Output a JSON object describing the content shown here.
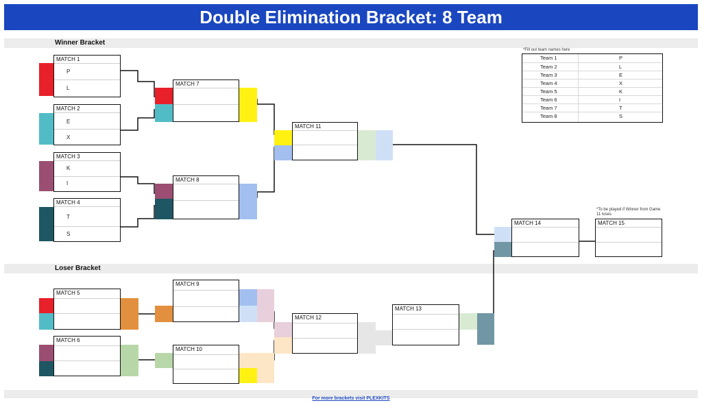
{
  "title": "Double Elimination Bracket: 8 Team",
  "sections": {
    "winner": "Winner Bracket",
    "loser": "Loser Bracket"
  },
  "matches": {
    "m1": {
      "label": "MATCH 1",
      "team_a": "P",
      "team_b": "L"
    },
    "m2": {
      "label": "MATCH 2",
      "team_a": "E",
      "team_b": "X"
    },
    "m3": {
      "label": "MATCH 3",
      "team_a": "K",
      "team_b": "I"
    },
    "m4": {
      "label": "MATCH 4",
      "team_a": "T",
      "team_b": "S"
    },
    "m5": {
      "label": "MATCH 5"
    },
    "m6": {
      "label": "MATCH 6"
    },
    "m7": {
      "label": "MATCH 7"
    },
    "m8": {
      "label": "MATCH 8"
    },
    "m9": {
      "label": "MATCH 9"
    },
    "m10": {
      "label": "MATCH 10"
    },
    "m11": {
      "label": "MATCH 11"
    },
    "m12": {
      "label": "MATCH 12"
    },
    "m13": {
      "label": "MATCH 13"
    },
    "m14": {
      "label": "MATCH 14"
    },
    "m15": {
      "label": "MATCH 15"
    }
  },
  "team_table": {
    "note": "*Fill out team names here",
    "rows": [
      {
        "team": "Team 1",
        "name": "P"
      },
      {
        "team": "Team 2",
        "name": "L"
      },
      {
        "team": "Team 3",
        "name": "E"
      },
      {
        "team": "Team 4",
        "name": "X"
      },
      {
        "team": "Team 5",
        "name": "K"
      },
      {
        "team": "Team 6",
        "name": "I"
      },
      {
        "team": "Team 7",
        "name": "T"
      },
      {
        "team": "Team 8",
        "name": "S"
      }
    ]
  },
  "match15_note": "*To be played if Winner from Game 11 loses",
  "footer": "For more brackets visit PLEXKITS",
  "colors": {
    "title_bg": "#1a47c0",
    "red": "#e8202a",
    "teal": "#52bcc6",
    "plum": "#9b4e72",
    "dark_teal": "#1f5663",
    "yellow": "#fff212",
    "light_blue": "#a3bff0",
    "pale_blue": "#cfe0f6",
    "pale_green": "#d9ead3",
    "grey": "#e6e6e6",
    "orange": "#e2903f",
    "green": "#b8d7a8",
    "pale_pink": "#e8cfdc",
    "pale_orange": "#fde6c6",
    "slate": "#7197a4"
  }
}
